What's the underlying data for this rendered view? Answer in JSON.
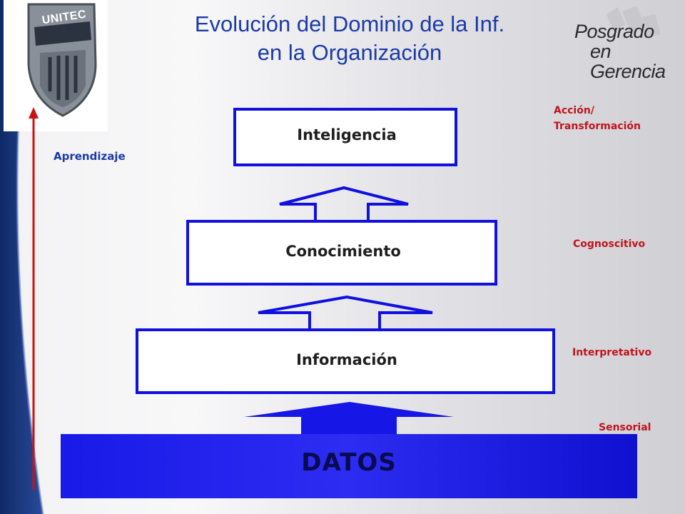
{
  "title": {
    "line1": "Evolución del Dominio de la Inf.",
    "line2": "en la Organización"
  },
  "logo": {
    "text": "UNITEC"
  },
  "brand": {
    "line1": "Posgrado",
    "line2": "en Gerencia"
  },
  "axis_label": "Aprendizaje",
  "levels": [
    {
      "box": "Inteligencia",
      "side_label_line1": "Acción/",
      "side_label_line2": "Transformación"
    },
    {
      "box": "Conocimiento",
      "side_label": "Cognoscitivo"
    },
    {
      "box": "Información",
      "side_label": "Interpretativo"
    },
    {
      "box": "DATOS",
      "side_label": "Sensorial"
    }
  ],
  "colors": {
    "title": "#1b3aa8",
    "box_border": "#1010e0",
    "datos_fill": "#1616e6",
    "side_label": "#c0141c",
    "left_band": "#1a3070",
    "axis_arrow": "#d01010"
  }
}
